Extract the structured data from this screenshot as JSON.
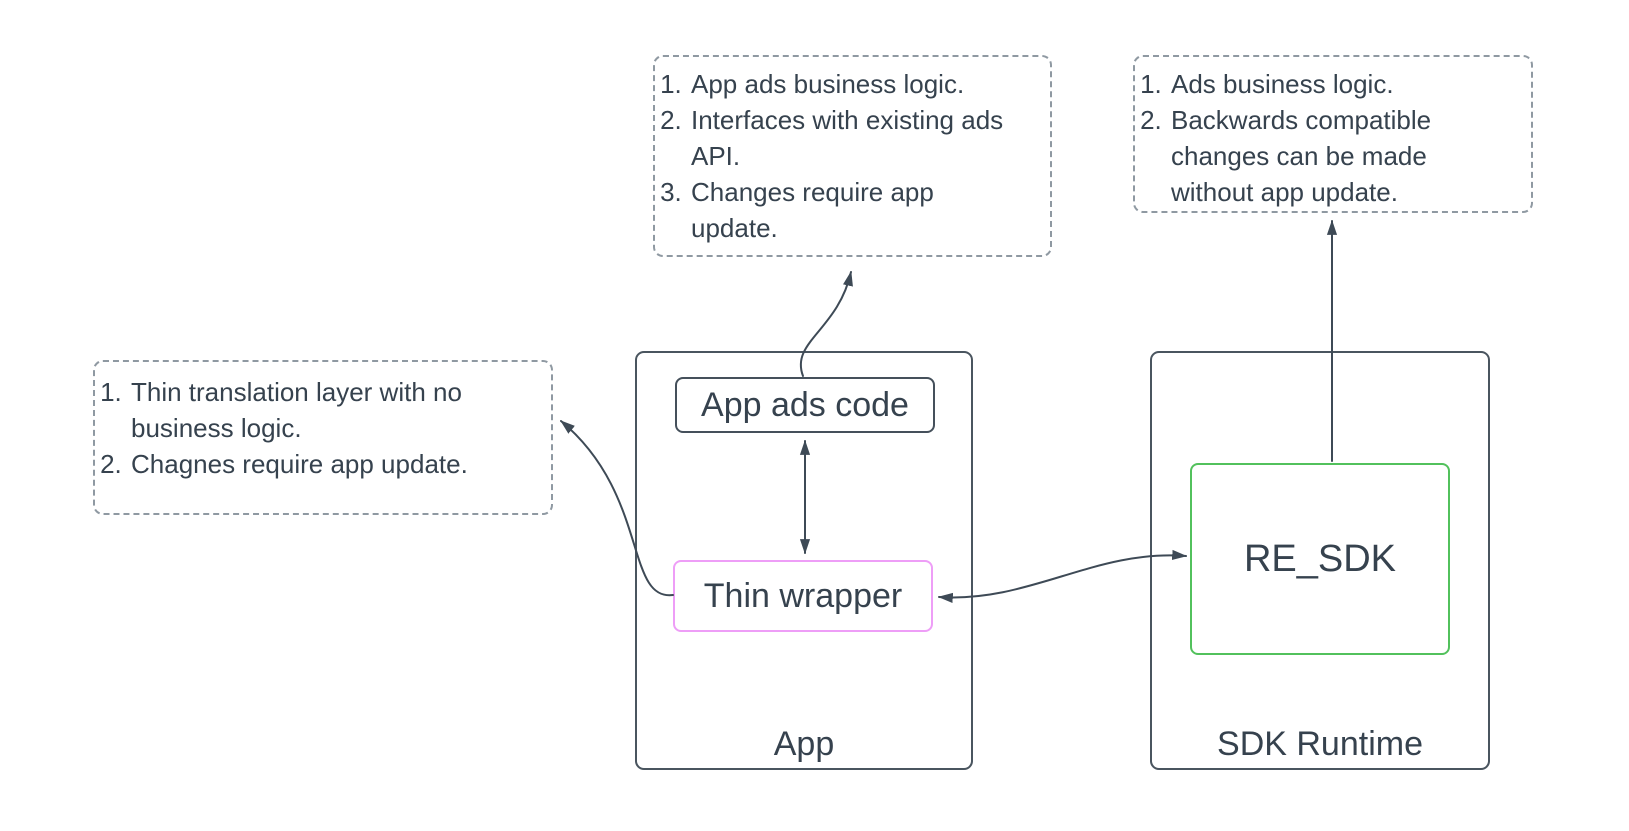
{
  "notes": {
    "app_ads_code_note": {
      "items": [
        "App ads business logic.",
        "Interfaces with existing ads API.",
        "Changes require app update."
      ]
    },
    "re_sdk_note": {
      "items": [
        "Ads business logic.",
        "Backwards compatible changes can be made without app update."
      ]
    },
    "thin_wrapper_note": {
      "items": [
        "Thin translation layer with no business logic.",
        "Chagnes require app update."
      ]
    }
  },
  "containers": {
    "app": {
      "label": "App"
    },
    "sdk_runtime": {
      "label": "SDK Runtime"
    }
  },
  "nodes": {
    "app_ads_code": {
      "label": "App ads code"
    },
    "thin_wrapper": {
      "label": "Thin wrapper"
    },
    "re_sdk": {
      "label": "RE_SDK"
    }
  },
  "edges": [
    {
      "from": "app_ads_code",
      "to": "thin_wrapper",
      "direction": "both"
    },
    {
      "from": "app_ads_code",
      "to": "app_ads_code_note",
      "direction": "to"
    },
    {
      "from": "thin_wrapper",
      "to": "thin_wrapper_note",
      "direction": "to"
    },
    {
      "from": "thin_wrapper",
      "to": "re_sdk",
      "direction": "both"
    },
    {
      "from": "re_sdk",
      "to": "re_sdk_note",
      "direction": "to"
    }
  ],
  "colors": {
    "background": "#ffffff",
    "stroke_dark": "#3e4a56",
    "container_border": "#4a555f",
    "text": "#36424e",
    "note_border": "#8f99a2",
    "thin_wrapper_border": "#ee9ef7",
    "re_sdk_border": "#52c15c"
  }
}
